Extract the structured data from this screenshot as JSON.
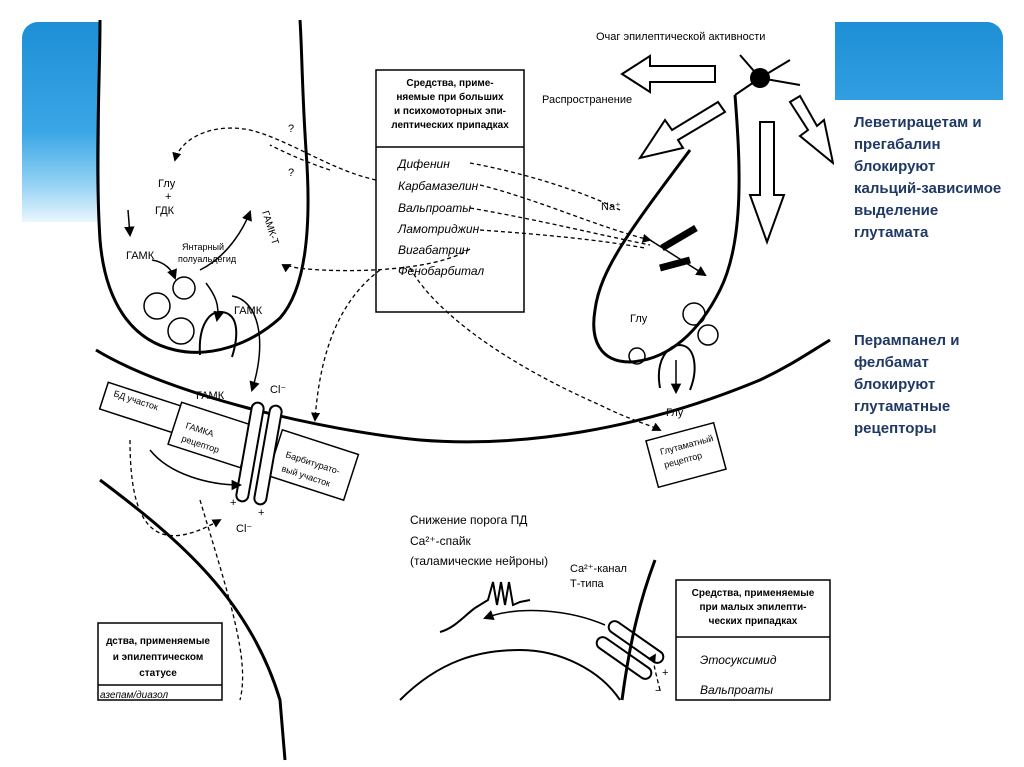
{
  "notes": {
    "first": "Леветирацетам и прегабалин блокируют кальций-зависимое выделение глутамата",
    "second": "Перампанел и фелбамат блокируют глутаматные рецепторы"
  },
  "focus": {
    "title": "Очаг эпилептической активности",
    "spread": "Распространение"
  },
  "box_major": {
    "header": [
      "Средства, приме-",
      "няемые при больших",
      "и психомоторных эпи-",
      "лептических припадках"
    ],
    "drugs": [
      "Дифенин",
      "Карбамазелин",
      "Вальпроаты",
      "Ламотриджин",
      "Вигабатрин",
      "Фенобарбитал"
    ]
  },
  "box_minor": {
    "header": [
      "Средства, применяемые",
      "при малых эпилепти-",
      "ческих припадках"
    ],
    "drugs": [
      "Этосуксимид",
      "Вальпроаты"
    ]
  },
  "box_status": {
    "header": [
      "дства, применяемые",
      "и эпилептическом",
      "статусе"
    ],
    "drug": "азепам/диазол"
  },
  "presynaptic": {
    "glu": "Глу",
    "plus": "+",
    "gdk": "ГДК",
    "gaba": "ГАМК",
    "semialdehyde": [
      "Янтарный",
      "полуальдегид"
    ],
    "transaminase": "ГАМК-Т",
    "gaba2": "ГАМК",
    "q1": "?",
    "q2": "?"
  },
  "receptor": {
    "bd": "БД участок",
    "gaba_a": [
      "ГАМКА",
      "рецептор"
    ],
    "barbiturate": [
      "Барбитурато-",
      "вый участок"
    ],
    "gaba_cleft": "ГАМК",
    "cl": "Cl⁻",
    "cl2": "Cl⁻",
    "plus": "+",
    "plus2": "+"
  },
  "glutamate": {
    "na": "Na⁺",
    "glu_vesicle": "Глу",
    "glu": "Глу",
    "receptor": [
      "Глутаматный",
      "рецептор"
    ]
  },
  "thalamic": {
    "threshold": "Снижение порога ПД",
    "spike": "Ca²⁺-спайк",
    "neurons": "(таламические нейроны)",
    "channel": [
      "Ca²⁺-канал",
      "Т-типа"
    ],
    "plus": "+",
    "minus": "−"
  }
}
